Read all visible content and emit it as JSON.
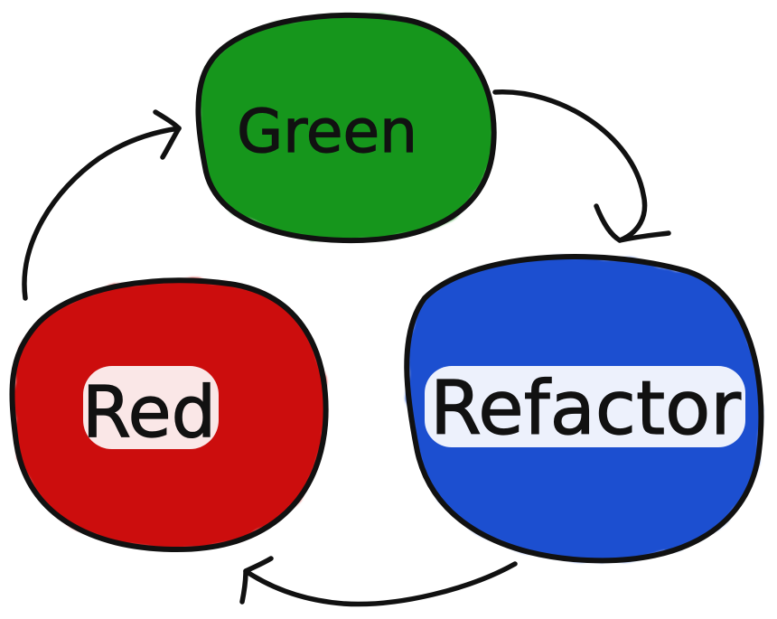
{
  "diagram": {
    "nodes": [
      {
        "id": "green",
        "label": "Green",
        "color": "#16961c"
      },
      {
        "id": "refactor",
        "label": "Refactor",
        "color": "#1f4fd0"
      },
      {
        "id": "red",
        "label": "Red",
        "color": "#cc1111"
      }
    ],
    "cycle_order": [
      "green",
      "refactor",
      "red",
      "green"
    ],
    "outline_color": "#111111"
  }
}
